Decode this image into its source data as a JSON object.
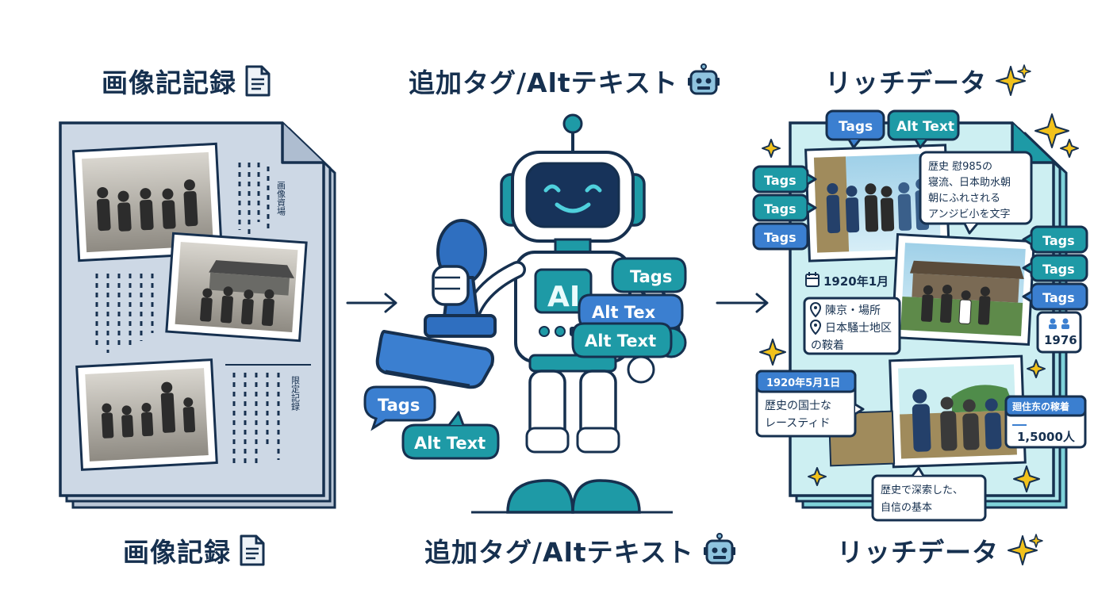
{
  "headings": {
    "archive_top": "画像記記録",
    "archive_bottom": "画像記録",
    "tagging_top": "追加タグ/Altテキスト",
    "tagging_bottom": "追加タグ/Altテキスト",
    "rich_top": "リッチデータ",
    "rich_bottom": "リッチデータ"
  },
  "archive_doc": {
    "text_right_top": "画像資場",
    "text_right_bottom": "限定記録"
  },
  "robot": {
    "screen_label": "AI",
    "bubbles": [
      "Tags",
      "Alt Tex",
      "Alt Text"
    ],
    "floating_bubbles": [
      "Tags",
      "Alt Text"
    ]
  },
  "rich_doc": {
    "top_tags": [
      "Tags",
      "Alt Text"
    ],
    "left_tags": [
      "Tags",
      "Tags",
      "Tags"
    ],
    "right_tags": [
      "Tags",
      "Tags",
      "Tags"
    ],
    "caption_top": [
      "歴史 慰985の",
      "寝流、日本助水朝",
      "朝にふれされる",
      "アンジビ小を文字"
    ],
    "date": "1920年1月",
    "place_1": "陳京・場所",
    "place_2": "日本騒士地区",
    "place_3": "の鞍着",
    "people_year": "1976",
    "date_box_title": "1920年5月1日",
    "date_box_text": [
      "歴史の国士な",
      "レースティド"
    ],
    "pop_title": "廻住东の稼着",
    "pop_value": "1,5000人",
    "bottom_caption": [
      "歴史で深索した、",
      "自信の基本"
    ]
  },
  "colors": {
    "navy": "#16304f",
    "teal": "#1e9aa6",
    "blue": "#2f6fc0",
    "paper_gray": "#c9d4e0",
    "paper_teal": "#cdeff2",
    "sparkle": "#f2c21b"
  }
}
